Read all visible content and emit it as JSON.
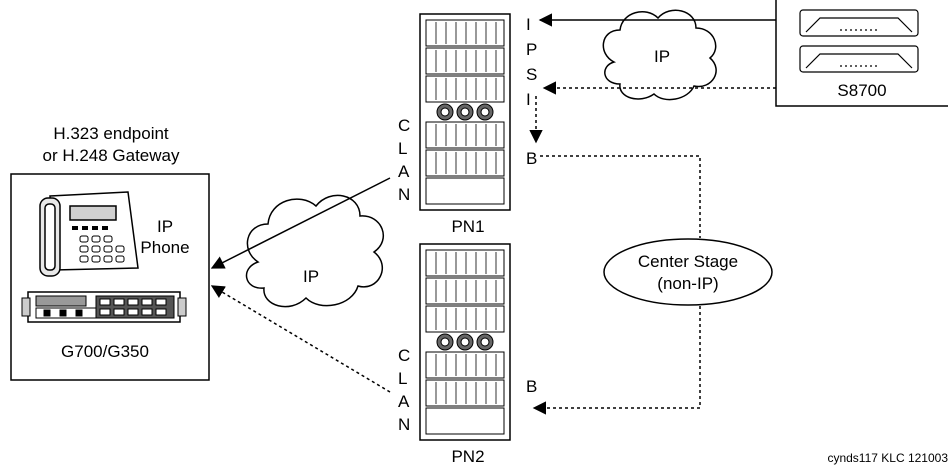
{
  "endpoint_title_line1": "H.323 endpoint",
  "endpoint_title_line2": "or H.248 Gateway",
  "ip_phone_line1": "IP",
  "ip_phone_line2": "Phone",
  "gateway_label": "G700/G350",
  "cloud_ip_top": "IP",
  "cloud_ip_bottom": "IP",
  "server_label": "S8700",
  "pn1_label": "PN1",
  "pn2_label": "PN2",
  "center_stage_line1": "Center Stage",
  "center_stage_line2": "(non-IP)",
  "ipsi_letters": [
    "I",
    "P",
    "S",
    "I"
  ],
  "clan_letters": [
    "C",
    "L",
    "A",
    "N"
  ],
  "pn1_b": "B",
  "pn2_b": "B",
  "footer_code": "cynds117 KLC 121003"
}
